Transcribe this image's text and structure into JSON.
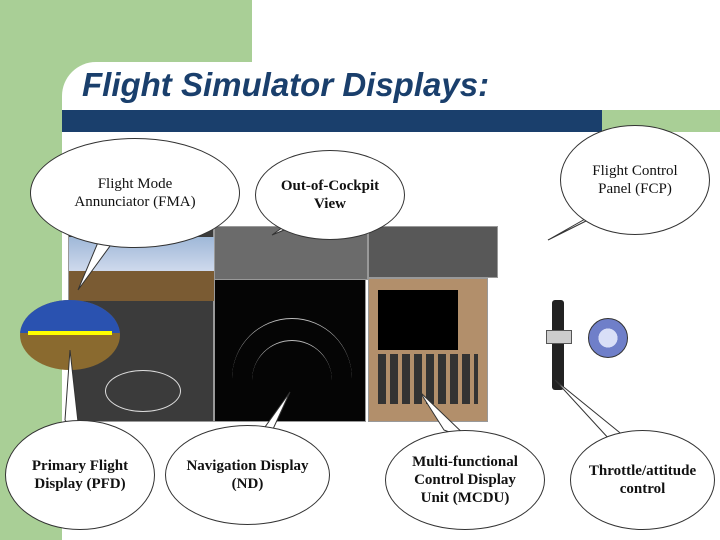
{
  "slide": {
    "title": "Flight Simulator Displays:",
    "colors": {
      "accent_green": "#a9cf96",
      "title_blue": "#1a3f6c"
    }
  },
  "callouts": {
    "fma": {
      "line1": "Flight Mode",
      "line2": "Annunciator (FMA)"
    },
    "ocv": {
      "line1": "Out-of-Cockpit",
      "line2": "View"
    },
    "fcp": {
      "line1": "Flight Control",
      "line2": "Panel (FCP)"
    },
    "pfd": {
      "line1": "Primary Flight",
      "line2": "Display (PFD)"
    },
    "nd": {
      "line1": "Navigation Display",
      "line2": "(ND)"
    },
    "mcdu": {
      "line1": "Multi-functional",
      "line2": "Control Display",
      "line3": "Unit (MCDU)"
    },
    "throttle": {
      "line1": "Throttle/attitude",
      "line2": "control"
    }
  }
}
